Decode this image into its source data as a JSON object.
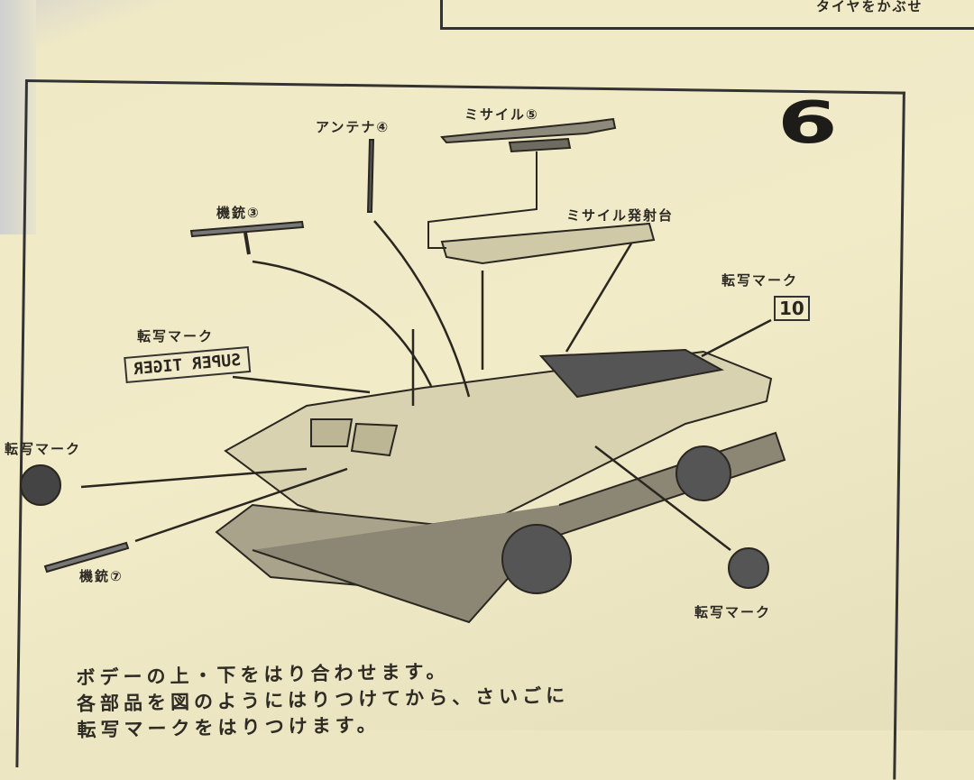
{
  "previous_step_text": "タイヤをかぶせ",
  "step_number": "6",
  "labels": {
    "antenna": "アンテナ④",
    "missile": "ミサイル⑤",
    "machine_gun_3": "機銃③",
    "missile_launcher": "ミサイル発射台",
    "decal_top_right": "転写マーク",
    "decal_number": "10",
    "decal_left": "転写マーク",
    "decal_name": "SUPER TIGER",
    "decal_side": "転写マーク",
    "machine_gun_7": "機銃⑦",
    "decal_bottom": "転写マーク"
  },
  "instructions": [
    "ボデーの上・下をはり合わせます。",
    "各部品を図のようにはりつけてから、さいごに",
    "転写マークをはりつけます。"
  ]
}
